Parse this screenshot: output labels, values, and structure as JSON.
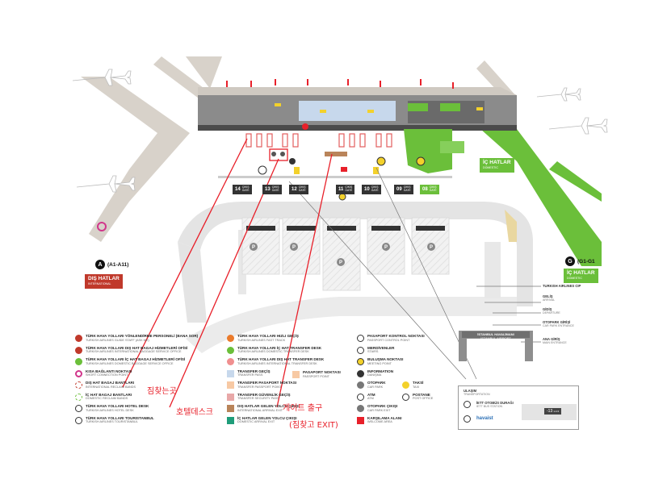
{
  "colors": {
    "pier_gray": "#d8d4d0",
    "terminal_dark": "#5a5a5a",
    "domestic_green": "#6bbf3a",
    "international_red": "#c0392b",
    "annotation_red": "#e8202a",
    "road_gray": "#e6e6e6"
  },
  "gates": [
    {
      "num": "14",
      "label": "ÇIKIŞ",
      "sub": "GATE",
      "style": "dark"
    },
    {
      "num": "13",
      "label": "ÇIKIŞ",
      "sub": "GATE",
      "style": "dark"
    },
    {
      "num": "12",
      "label": "ÇIKIŞ",
      "sub": "GATE",
      "style": "dark"
    },
    {
      "num": "11",
      "label": "ÇIKIŞ",
      "sub": "GATE",
      "style": "dark"
    },
    {
      "num": "10",
      "label": "ÇIKIŞ",
      "sub": "GATE",
      "style": "dark"
    },
    {
      "num": "09",
      "label": "ÇIKIŞ",
      "sub": "GATE",
      "style": "dark"
    },
    {
      "num": "08",
      "label": "ÇIKIŞ",
      "sub": "GATE",
      "style": "green"
    }
  ],
  "piers": {
    "a": {
      "letter": "A",
      "range": "(A1-A11)"
    },
    "g": {
      "letter": "G",
      "range": "(G1-G1"
    }
  },
  "zones": {
    "international": {
      "title": "DIŞ HATLAR",
      "sub": "INTERNATIONAL"
    },
    "domestic_lower": {
      "title": "İÇ HATLAR",
      "sub": "DOMESTIC"
    },
    "domestic_upper": {
      "title": "İÇ HATLAR",
      "sub": "DOMESTIC"
    }
  },
  "right_labels": [
    {
      "t1": "TURKISH AIRLINES CIP",
      "t2": ""
    },
    {
      "t1": "GELİŞ",
      "t2": "ARRIVAL"
    },
    {
      "t1": "GİDİŞ",
      "t2": "DEPARTURE"
    },
    {
      "t1": "OTOPARK GİRİŞİ",
      "t2": "CAR PARK ENTRANCE"
    },
    {
      "t1": "ANA GİRİŞ",
      "t2": "MAIN ENTRANCE"
    }
  ],
  "legend_col1": [
    {
      "t1": "TÜRK HAVA YOLLARI YÖNLENDİRME PERSONELİ (BANA SOR)",
      "t2": "TURKISH AIRLINES GUIDE STAFF (ASK ME)",
      "icon": "red-person"
    },
    {
      "t1": "TÜRK HAVA YOLLARI DIŞ HAT BAGAJ HİZMETLERİ OFİSİ",
      "t2": "TURKISH AIRLINES INTERNATIONAL BAGGAGE SERVICE OFFICE",
      "icon": "red-bag"
    },
    {
      "t1": "TÜRK HAVA YOLLARI İÇ HAT BAGAJ HİZMETLERİ OFİSİ",
      "t2": "TURKISH AIRLINES DOMESTIC BAGGAGE SERVICE OFFICE",
      "icon": "green-bag"
    },
    {
      "t1": "KISA BAĞLANTI NOKTASI",
      "t2": "SHORT CONNECTION POINT",
      "icon": "pink-ring"
    },
    {
      "t1": "DIŞ HAT BAGAJ BANTLARI",
      "t2": "INTERNATIONAL RECLAIM BANDS",
      "icon": "red-dash-ring"
    },
    {
      "t1": "İÇ HAT BAGAJ BANTLARI",
      "t2": "DOMESTIC RECLAIM BANDS",
      "icon": "green-dash-ring"
    },
    {
      "t1": "TÜRK HAVA YOLLARI HOTEL DESK",
      "t2": "TURKISH AIRLINES HOTEL DESK",
      "icon": "hotel"
    },
    {
      "t1": "TÜRK HAVA YOLLARI TOURISTANBUL",
      "t2": "TURKISH AIRLINES TOURISTANBUL",
      "icon": "tourist"
    }
  ],
  "legend_col2": [
    {
      "t1": "TÜRK HAVA YOLLARI HIZLI GEÇİŞ",
      "t2": "TURKISH AIRLINES FAST TRACK",
      "icon": "orange-dot"
    },
    {
      "t1": "TÜRK HAVA YOLLARI İÇ HAT TRANSFER DESK",
      "t2": "TURKISH AIRLINES DOMESTIC TRANSFER DESK",
      "icon": "green-dot"
    },
    {
      "t1": "TÜRK HAVA YOLLARI DIŞ HAT TRANSFER DESK",
      "t2": "TURKISH AIRLINES INTERNATIONAL TRANSFER DESK",
      "icon": "pink-dot"
    },
    {
      "t1": "TRANSFER GEÇİŞ",
      "t2": "TRANSFER PASS",
      "icon": "blue-square"
    },
    {
      "t1": "TRANSFER PASAPORT NOKTASI",
      "t2": "TRANSFER PASSPORT POINT",
      "icon": "orange-square"
    },
    {
      "t1": "TRANSFER GÜVENLİK GEÇİŞ",
      "t2": "TRANSFER SECURITY PASS",
      "icon": "pinkish-square"
    },
    {
      "t1": "DIŞ HATLAR GELEN YOLCU ÇIKIŞI",
      "t2": "INTERNATIONAL ARRIVAL EXIT",
      "icon": "brown-square"
    },
    {
      "t1": "İÇ HATLAR GELEN YOLCU ÇIKIŞI",
      "t2": "DOMESTIC ARRIVAL EXIT",
      "icon": "teal-square"
    }
  ],
  "legend_col2_extra": {
    "t1": "PASAPORT NOKTASI",
    "t2": "PASSPORT POINT"
  },
  "legend_col3": [
    {
      "t1": "PASAPORT KONTROL NOKTASI",
      "t2": "PASSPORT CONTROL POINT",
      "icon": "passport"
    },
    {
      "t1": "MERDİVENLER",
      "t2": "STAIRS",
      "icon": "stairs"
    },
    {
      "t1": "BULUŞMA NOKTASI",
      "t2": "MEETING POINT",
      "icon": "meeting"
    },
    {
      "t1": "INFORMATION",
      "t2": "DANIŞMA",
      "icon": "info"
    },
    {
      "t1": "OTOPARK",
      "t2": "CAR PARK",
      "icon": "carpark"
    },
    {
      "t1": "ATM",
      "t2": "ATM",
      "icon": "atm"
    },
    {
      "t1": "OTOPARK ÇIKIŞI",
      "t2": "CAR PARK EXIT",
      "icon": "carpark-exit"
    },
    {
      "t1": "KARŞILAMA ALANI",
      "t2": "WELCOME AREA",
      "icon": "welcome"
    }
  ],
  "legend_col4": [
    {
      "t1": "TAKSİ",
      "t2": "TAXI",
      "icon": "taxi"
    },
    {
      "t1": "POSTANE",
      "t2": "POST OFFICE",
      "icon": "post"
    }
  ],
  "transport": {
    "title": "ULAŞIM",
    "title_sub": "TRANSPORTATION",
    "bus_t1": "İETT OTOBÜS DURAĞI",
    "bus_t2": "IETT BUS STATION",
    "havaist": "havaist",
    "bus_no": "-13",
    "bus_no_sub": "H-13"
  },
  "main_entrance_sign": {
    "t1": "İSTANBUL HAVALİMANI",
    "t2": "İSTANBUL AIRPORT"
  },
  "annotations": {
    "baggage": "짐찾는곳",
    "hotel": "호텔데스크",
    "gate_exit": "게이트 출구",
    "exit_paren": "(짐찾고 EXIT)"
  }
}
